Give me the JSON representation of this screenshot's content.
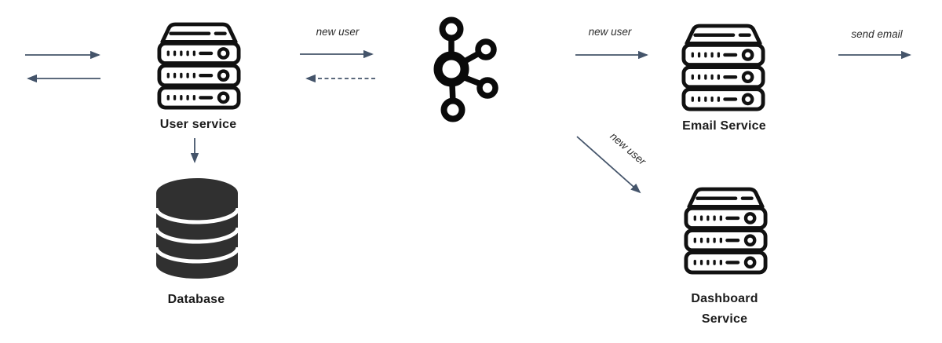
{
  "diagram": {
    "nodes": {
      "user_service": {
        "label": "User service",
        "icon": "server-icon"
      },
      "database": {
        "label": "Database",
        "icon": "database-icon"
      },
      "kafka": {
        "label": "",
        "icon": "kafka-logo-icon"
      },
      "email_service": {
        "label": "Email Service",
        "icon": "server-icon"
      },
      "dashboard_service": {
        "label": "Dashboard Service",
        "icon": "server-icon"
      }
    },
    "edges": {
      "client_to_user": {
        "label": ""
      },
      "user_to_client": {
        "label": ""
      },
      "user_to_kafka": {
        "label": "new user"
      },
      "kafka_to_user": {
        "label": ""
      },
      "user_to_database": {
        "label": ""
      },
      "kafka_to_email": {
        "label": "new user"
      },
      "kafka_to_dashboard": {
        "label": "new user"
      },
      "email_outgoing": {
        "label": "send email"
      }
    },
    "colors": {
      "arrow": "#44546a",
      "icon_stroke": "#111111",
      "database_fill": "#303030",
      "label_text": "#1c1c1c",
      "background": "#ffffff"
    }
  }
}
